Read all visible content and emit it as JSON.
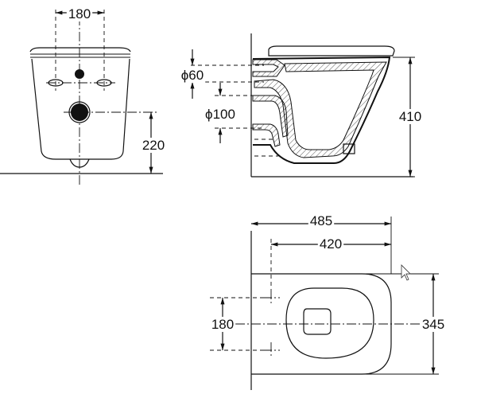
{
  "dimensions": {
    "front_bolt_spacing": "180",
    "inlet_diameter": "ϕ60",
    "outlet_diameter": "ϕ100",
    "height": "410",
    "outlet_height": "220",
    "length": "485",
    "fixing_length": "420",
    "width": "345",
    "plan_bolt_spacing": "180"
  },
  "icons": {
    "cursor": "mouse-pointer-icon"
  }
}
